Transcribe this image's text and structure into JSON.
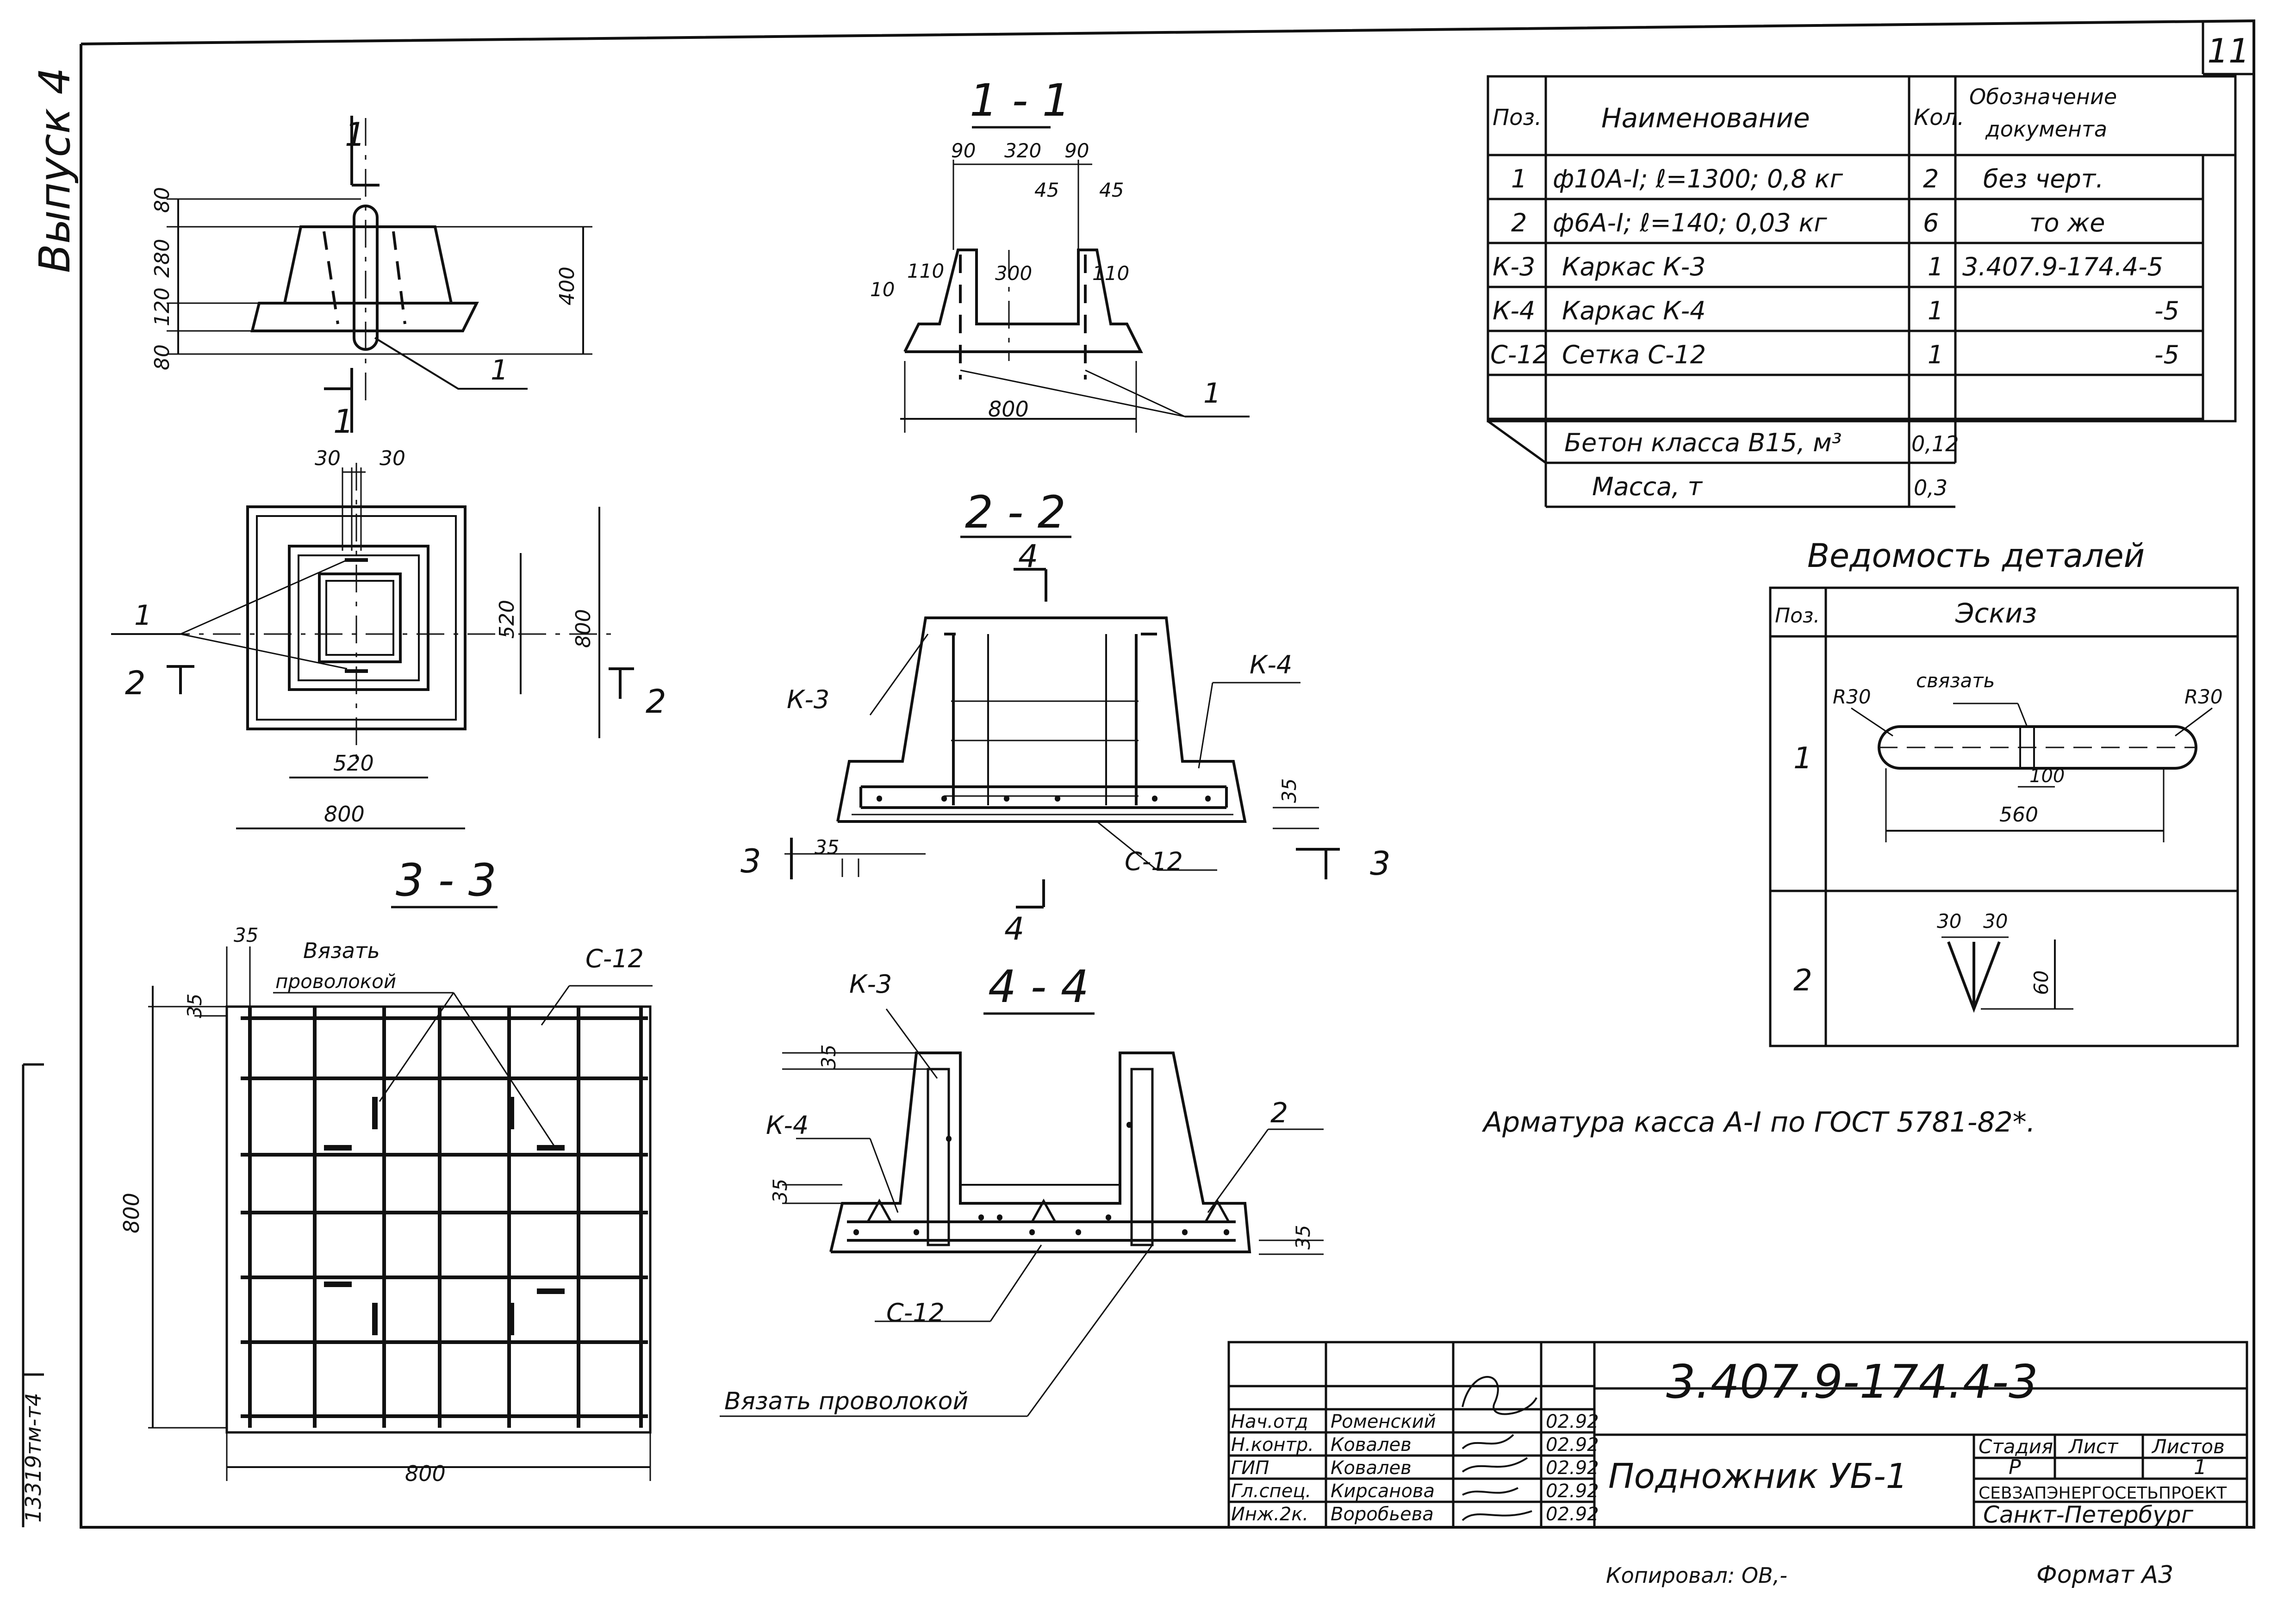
{
  "sheet": {
    "page_number": "11",
    "issue": "Выпуск 4",
    "archive_no": "13319тм-т4",
    "copied_by": "Копировал: ОВ,-",
    "format": "Формат А3"
  },
  "views": {
    "elevation": {
      "section_mark": "1",
      "dims_left": [
        "80",
        "280",
        "120",
        "80"
      ],
      "dim_right": "400",
      "leader": "1"
    },
    "plan": {
      "dims_top": [
        "30",
        "30"
      ],
      "dim_inner": "520",
      "dim_inner_side": "520",
      "dim_outer_side": "800",
      "dim_outer": "800",
      "leader": "1",
      "section_left": "2",
      "section_right": "2"
    },
    "section_1_1": {
      "title": "1 - 1",
      "dims_top": [
        "90",
        "320",
        "90"
      ],
      "dims_45": [
        "45",
        "45"
      ],
      "dims_mid": [
        "110",
        "300",
        "110"
      ],
      "dim_10": "10",
      "dim_bottom": "800",
      "leader": "1"
    },
    "section_2_2": {
      "title": "2 - 2",
      "mark_top": "4",
      "mark_bottom": "4",
      "label_k3": "К-3",
      "label_k4": "К-4",
      "label_c12": "С-12",
      "dim_35a": "35",
      "dim_35b": "35",
      "section_left": "3",
      "section_right": "3"
    },
    "section_3_3": {
      "title": "3 - 3",
      "dim_35a": "35",
      "dim_35b": "35",
      "note": "Вязать проволокой",
      "label_c12": "С-12",
      "dim_side": "800",
      "dim_bottom": "800"
    },
    "section_4_4": {
      "title": "4 - 4",
      "label_k3": "К-3",
      "label_k4": "К-4",
      "label_2": "2",
      "label_c12": "С-12",
      "dim_35a": "35",
      "dim_35b": "35",
      "dim_35c": "35",
      "note": "Вязать проволокой"
    }
  },
  "spec_table": {
    "headers": [
      "Поз.",
      "Наименование",
      "Кол.",
      "Обозначение документа"
    ],
    "rows": [
      [
        "1",
        "ф10А-I; ℓ=1300; 0,8 кг",
        "2",
        "без черт."
      ],
      [
        "2",
        "ф6А-I; ℓ=140; 0,03 кг",
        "6",
        "то же"
      ],
      [
        "К-3",
        "Каркас К-3",
        "1",
        "3.407.9-174.4-5"
      ],
      [
        "К-4",
        "Каркас К-4",
        "1",
        "-5"
      ],
      [
        "С-12",
        "Сетка С-12",
        "1",
        "-5"
      ],
      [
        "",
        "",
        "",
        ""
      ],
      [
        "",
        "Бетон класса В15, м³",
        "0,12",
        ""
      ]
    ],
    "mass_label": "Масса, т",
    "mass_value": "0,3"
  },
  "details_table": {
    "title": "Ведомость деталей",
    "headers": [
      "Поз.",
      "Эскиз"
    ],
    "rows": [
      {
        "pos": "1",
        "r_left": "R30",
        "tie": "связать",
        "r_right": "R30",
        "dim_100": "100",
        "dim_560": "560"
      },
      {
        "pos": "2",
        "dim_a": "30",
        "dim_b": "30",
        "dim_60": "60"
      }
    ]
  },
  "note": "Арматура касса А-I по ГОСТ 5781-82*.",
  "title_block": {
    "doc_code": "3.407.9-174.4-3",
    "item_name": "Подножник УБ-1",
    "stage_headers": [
      "Стадия",
      "Лист",
      "Листов"
    ],
    "stage_values": [
      "Р",
      "",
      "1"
    ],
    "org": "СЕВЗАПЭНЕРГОСЕТЬПРОЕКТ",
    "city": "Санкт-Петербург",
    "signatures": [
      {
        "role": "Нач.отд",
        "name": "Роменский",
        "date": "02.92"
      },
      {
        "role": "Н.контр.",
        "name": "Ковалев",
        "date": "02.92"
      },
      {
        "role": "ГИП",
        "name": "Ковалев",
        "date": "02.92"
      },
      {
        "role": "Гл.спец.",
        "name": "Кирсанова",
        "date": "02.92"
      },
      {
        "role": "Инж.2к.",
        "name": "Воробьева",
        "date": "02.92"
      }
    ]
  }
}
